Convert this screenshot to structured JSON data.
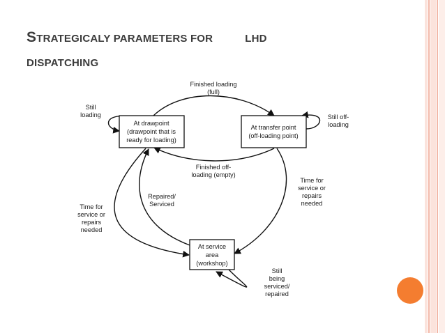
{
  "title": {
    "first_letter": "S",
    "rest_line1": "TRATEGICALY PARAMETERS FOR",
    "lhd": "LHD",
    "line2": "DISPATCHING"
  },
  "diagram": {
    "nodes": {
      "drawpoint": [
        "At drawpoint",
        "(drawpoint that is",
        "ready for loading)"
      ],
      "transfer": [
        "At transfer point",
        "(off-loading point)"
      ],
      "service": [
        "At service",
        "area",
        "(workshop)"
      ]
    },
    "edge_labels": {
      "finished_loading": [
        "Finished loading",
        "(full)"
      ],
      "still_loading": [
        "Still",
        "loading"
      ],
      "still_offloading": [
        "Still off-",
        "loading"
      ],
      "finished_offloading": [
        "Finished off-",
        "loading (empty)"
      ],
      "time_service_right": [
        "Time for",
        "service or",
        "repairs",
        "needed"
      ],
      "repaired": [
        "Repaired/",
        "Serviced"
      ],
      "time_service_left": [
        "Time for",
        "service or",
        "repairs",
        "needed"
      ],
      "still_serviced": [
        "Still",
        "being",
        "serviced/",
        "repaired"
      ]
    }
  },
  "colors": {
    "stripe_light": "#fbe3dc",
    "stripe_dark": "#f2b8a8",
    "accent_dot": "#f47d30",
    "title_text": "#3b3b3b"
  }
}
